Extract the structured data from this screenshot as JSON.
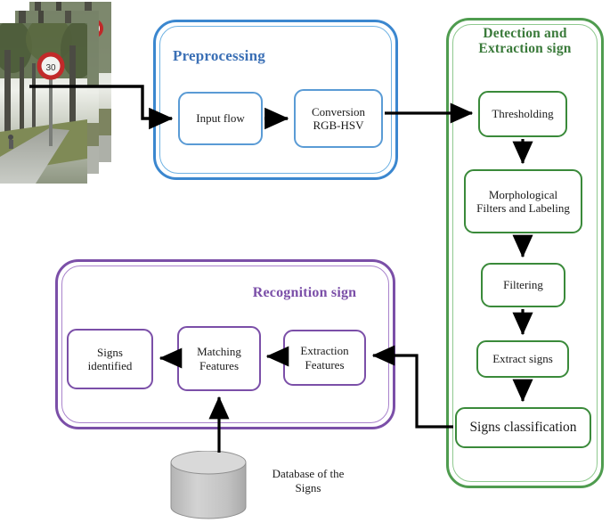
{
  "diagram": {
    "title": "Traffic sign detection and recognition pipeline",
    "colors": {
      "preprocessing": "#3a6fb5",
      "preprocessing_border": "#3b87cf",
      "detection": "#3a7a3a",
      "detection_border": "#4f9c4f",
      "recognition": "#7b4fa8",
      "recognition_border": "#7b4fa8",
      "box_blue": "#5a9bd5",
      "box_green": "#3a8a3a",
      "box_purple": "#7b4fa8",
      "arrow": "#000000",
      "cylinder": "#c6c6c6",
      "background": "#ffffff"
    }
  },
  "groups": {
    "preprocessing": {
      "title": "Preprocessing"
    },
    "detection": {
      "title": "Detection and\nExtraction sign"
    },
    "recognition": {
      "title": "Recognition sign"
    }
  },
  "boxes": {
    "input_flow": "Input flow",
    "conversion": "Conversion\nRGB-HSV",
    "thresholding": "Thresholding",
    "morphological": "Morphological\nFilters and Labeling",
    "filtering": "Filtering",
    "extract_signs": "Extract signs",
    "signs_classification": "Signs classification",
    "signs_identified": "Signs\nidentified",
    "matching_features": "Matching\nFeatures",
    "extraction_features": "Extraction\nFeatures"
  },
  "database": {
    "label": "Database of the\nSigns"
  },
  "input_images": {
    "description": "Stack of three road scene photographs with a circular speed limit sign"
  }
}
